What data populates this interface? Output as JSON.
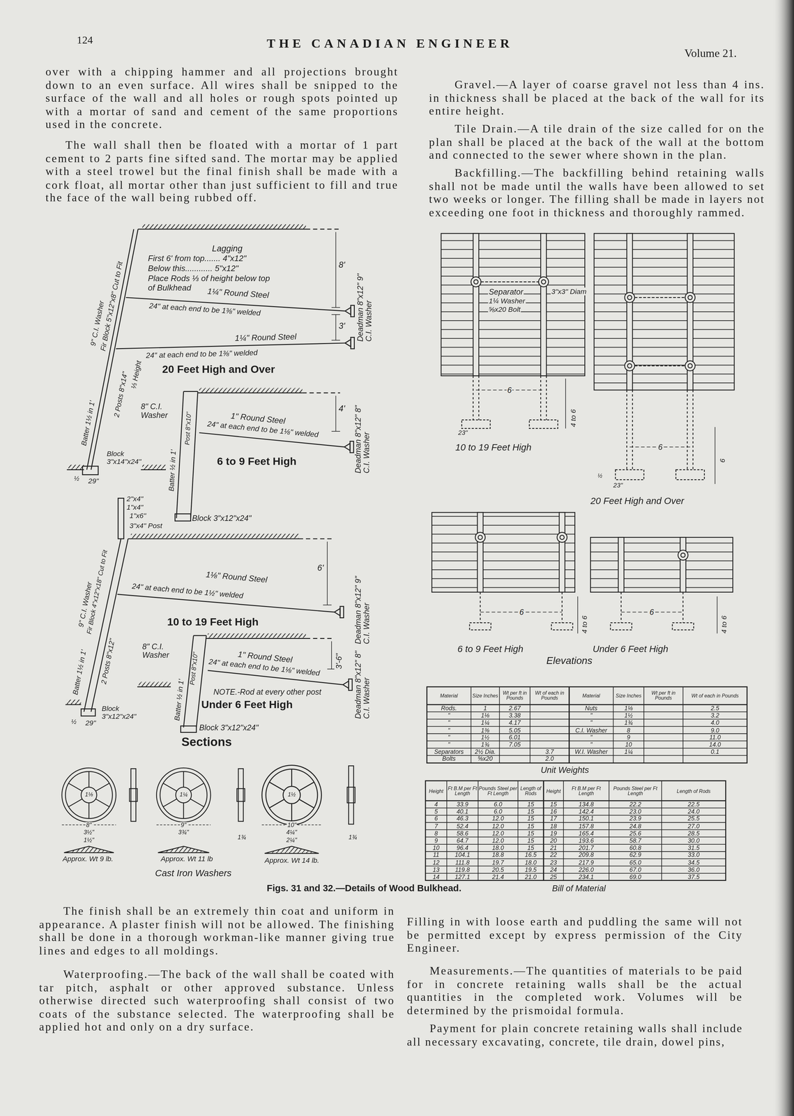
{
  "diagram": {
    "title": "THE CANADIAN ENGINEER",
    "caption": "Figs. 31 and 32.—Details of Wood Bulkhead.",
    "labels": [
      "124",
      "Volume 21.",
      "over with a chipping hammer and all projections brought down to an even surface. All wires shall be snipped to the surface of the wall and all holes or rough spots pointed up with a mortar of sand and cement of the same proportions used in the concrete.",
      "The wall shall then be floated with a mortar of 1 part cement to 2 parts fine sifted sand. The mortar may be applied with a steel trowel but the final finish shall be made with a cork float, all mortar other than just sufficient to fill and true the face of the wall being rubbed off.",
      "Gravel.—A layer of coarse gravel not less than 4 ins. in thickness shall be placed at the back of the wall for its entire height.",
      "Tile Drain.—A tile drain of the size called for on the plan shall be placed at the back of the wall at the bottom and connected to the sewer where shown in the plan.",
      "Backfilling.—The backfilling behind retaining walls shall not be made until the walls have been allowed to set two weeks or longer. The filling shall be made in layers not exceeding one foot in thickness and thoroughly rammed.",
      "The finish shall be an extremely thin coat and uniform in appearance. A plaster finish will not be allowed. The finishing shall be done in a thorough workman-like manner giving true lines and edges to all moldings.",
      "Waterproofing.—The back of the wall shall be coated with tar pitch, asphalt or other approved substance. Unless otherwise directed such waterproofing shall consist of two coats of the substance selected. The waterproofing shall be applied hot and only on a dry surface.",
      "Filling in with loose earth and puddling the same will not be permitted except by express permission of the City Engineer.",
      "Measurements.—The quantities of materials to be paid for in concrete retaining walls shall be the actual quantities in the completed work. Volumes will be determined by the prismoidal formula.",
      "Payment for plain concrete retaining walls shall include all necessary excavating, concrete, tile drain, dowel pins,",
      "Lagging",
      "First 6' from top....... 4\"x12\"",
      "Below this............ 5\"x12\"",
      "Place Rods ⅓ of height below top",
      "of Bulkhead",
      "1¼\" Round Steel",
      "24\" at each end to be 1⅜\" welded",
      "8'",
      "3'",
      "1¼\" Round Steel",
      "24\" at each end to be 1⅜\" welded",
      "20 Feet High and Over",
      "Deadman 8\"x12\" 9\" C.I. Washer",
      "9\" C.I. Washer",
      "Fir Block 5\"x12\"x8\" Cut to Fit",
      "2 Posts 8\"x14\"",
      "⅓ Height",
      "Batter 1½ in 1'",
      "Block 3\"x14\"x24\"",
      "½",
      "29\"",
      "8\" C.I. Washer",
      "Batter ½ in 1'",
      "Post 8\"x10\"",
      "1\" Round Steel",
      "24\" at each end to be 1⅛\" welded",
      "4'",
      "6 to 9 Feet High",
      "Deadman 8\"x12\" 8\" C.I. Washer",
      "Block 3\"x12\"x24\"",
      "2\"x4\"",
      "1\"x4\"",
      "1\"x6\"",
      "3\"x4\" Post",
      "9\" C.I. Washer",
      "Fir Block 4\"x12\"x18\" Cut to Fit",
      "2 Posts 8\"x12\"",
      "Batter 1½ in 1'",
      "1⅛\" Round Steel",
      "24\" at each end to be 1½\" welded",
      "6'",
      "10 to 19 Feet High",
      "Deadman 8\"x12\" 9\" C.I. Washer",
      "Block 3\"x12\"x24\"",
      "½",
      "29\"",
      "8\" C.I. Washer",
      "Batter ½ in 1'",
      "Post 8\"x10\"",
      "1\" Round Steel",
      "24\" at each end to be 1⅛\" welded",
      "3'-6\"",
      "NOTE.-Rod at every other post",
      "Under 6 Feet High",
      "Deadman 8\"x12\" 8\" C.I. Washer",
      "Block 3\"x12\"x24\"",
      "Sections",
      "1⅛",
      "8\"",
      "3½\"",
      "1½\"",
      "Approx. Wt 9 lb.",
      "1¼",
      "9\"",
      "3¾\"",
      "1¾",
      "Approx. Wt 11 lb",
      "1½",
      "10\"",
      "4¼\"",
      "2¼\"",
      "1¾",
      "Approx. Wt 14 lb.",
      "Cast Iron Washers",
      "Separator",
      "1¼ Washer",
      "⅝x20 Bolt",
      "3\"x3\" Diam",
      "6",
      "4 to 6",
      "23\"",
      "10 to 19 Feet High",
      "6",
      "6",
      "½",
      "23\"",
      "20 Feet High and Over",
      "6",
      "4 to 6",
      "6 to 9 Feet High",
      "6",
      "4 to 6",
      "Under 6 Feet High",
      "Elevations",
      "Material",
      "Size Inches",
      "Wt per ft in Pounds",
      "Wt of each in Pounds",
      "Material",
      "Size Inches",
      "Wt per ft in Pounds",
      "Wt of each in Pounds",
      "Rods.",
      "1",
      "2.67",
      "Nuts",
      "1⅛",
      "2.5",
      "\"",
      "1⅛",
      "3.38",
      "\"",
      "1½",
      "3.2",
      "\"",
      "1¼",
      "4.17",
      "\"",
      "1¾",
      "4.0",
      "\"",
      "1⅜",
      "5.05",
      "C.I. Washer",
      "8",
      "9.0",
      "\"",
      "1½",
      "6.01",
      "\"",
      "9",
      "11.0",
      "\"",
      "1¾",
      "7.05",
      "\"",
      "10",
      "14.0",
      "Separators",
      "2½ Dia.",
      "3.7",
      "W.I. Washer",
      "1¼",
      "0.1",
      "Bolts",
      "⅝x20",
      "2.0",
      "Unit Weights",
      "Height",
      "Ft B.M per Ft Length",
      "Pounds Steel per Ft Length",
      "Length of Rods",
      "Height",
      "Ft B.M per Ft Length",
      "Pounds Steel per Ft Length",
      "Length of Rods",
      "4",
      "33.9",
      "6.0",
      "15",
      "15",
      "134.8",
      "22.2",
      "22.5",
      "5",
      "40.1",
      "6.0",
      "15",
      "16",
      "142.4",
      "23.0",
      "24.0",
      "6",
      "46.3",
      "12.0",
      "15",
      "17",
      "150.1",
      "23.9",
      "25.5",
      "7",
      "52.4",
      "12.0",
      "15",
      "18",
      "157.8",
      "24.8",
      "27.0",
      "8",
      "58.6",
      "12.0",
      "15",
      "19",
      "165.4",
      "25.6",
      "28.5",
      "9",
      "64.7",
      "12.0",
      "15",
      "20",
      "193.6",
      "58.7",
      "30.0",
      "10",
      "96.4",
      "18.0",
      "15",
      "21",
      "201.7",
      "60.8",
      "31.5",
      "11",
      "104.1",
      "18.8",
      "16.5",
      "22",
      "209.8",
      "62.9",
      "33.0",
      "12",
      "111.8",
      "19.7",
      "18.0",
      "23",
      "217.9",
      "65.0",
      "34.5",
      "13",
      "119.8",
      "20.5",
      "19.5",
      "24",
      "226.0",
      "67.0",
      "36.0",
      "14",
      "127.1",
      "21.4",
      "21.0",
      "25",
      "234.1",
      "69.0",
      "37.5",
      "Bill of Material"
    ]
  }
}
